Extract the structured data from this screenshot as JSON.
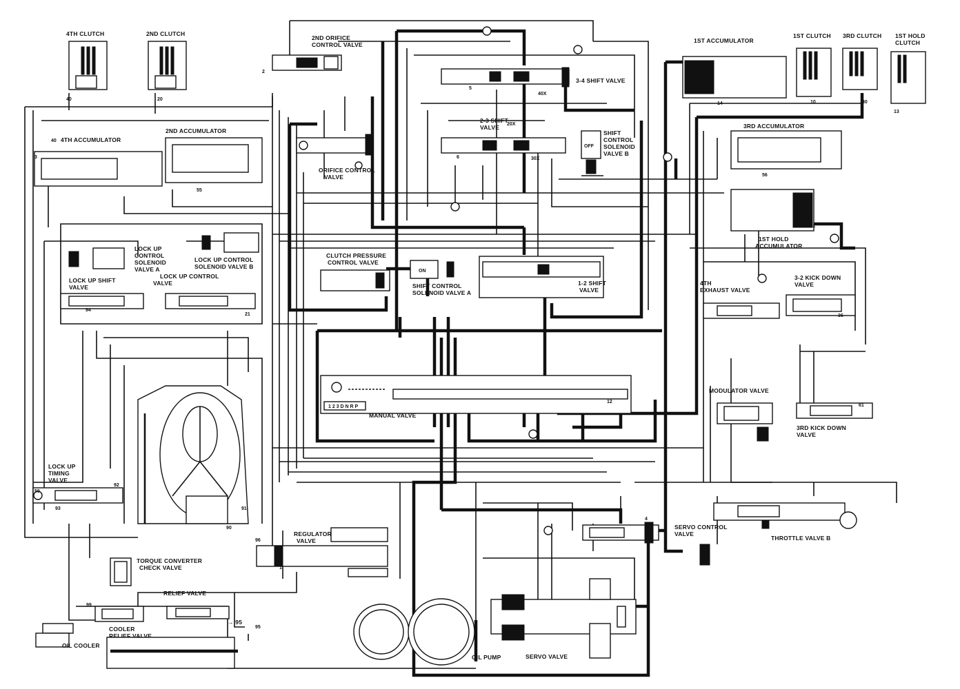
{
  "labels": {
    "clutch4": "4TH CLUTCH",
    "clutch2": "2ND CLUTCH",
    "orifice2": "2ND ORIFICE\nCONTROL VALVE",
    "acc1": "1ST ACCUMULATOR",
    "clutch1": "1ST CLUTCH",
    "clutch3": "3RD CLUTCH",
    "hold1": "1ST HOLD\nCLUTCH",
    "shift34": "3-4 SHIFT VALVE",
    "shift23": "2-3 SHIFT\nVALVE",
    "solB": "SHIFT\nCONTROL\nSOLENOID\nVALVE B",
    "off": "OFF",
    "acc4": "4TH ACCUMULATOR",
    "acc2": "2ND ACCUMULATOR",
    "orifice": "ORIFICE CONTROL\nVALVE",
    "acc3": "3RD ACCUMULATOR",
    "holdacc": "1ST HOLD\nACCUMULATOR",
    "lucsA": "LOCK UP\nCONTROL\nSOLENOID\nVALVE A",
    "lucsB": "LOCK UP CONTROL\nSOLENOID VALVE B",
    "luctrl": "LOCK UP CONTROL\nVALVE",
    "lushift": "LOCK UP SHIFT\nVALVE",
    "cpc": "CLUTCH PRESSURE\nCONTROL VALVE",
    "on": "ON",
    "solA": "SHIFT CONTROL\nSOLENOID VALVE A",
    "shift12": "1-2 SHIFT\nVALVE",
    "exh4": "4TH\nEXHAUST VALVE",
    "kd32": "3-2 KICK DOWN\nVALVE",
    "manual": "MANUAL VALVE",
    "modulator": "MODULATOR VALVE",
    "kd3": "3RD KICK DOWN\nVALVE",
    "lutiming": "LOCK UP\nTIMING\nVALVE",
    "regulator": "REGULATOR\nVALVE",
    "servoctrl": "SERVO CONTROL\nVALVE",
    "throttleB": "THROTTLE VALVE B",
    "tccheck": "TORQUE CONVERTER\nCHECK VALVE",
    "relief": "RELIEF VALVE",
    "coolerrelief": "COOLER\nRELIEF VALVE",
    "oilcooler": "OIL COOLER",
    "oilpump": "OIL PUMP",
    "servo": "SERVO VALVE",
    "gears": "1 2 3 D N R P"
  },
  "ports": {
    "p40": "40",
    "p20": "20",
    "p30": "30",
    "p10": "10",
    "p13": "13",
    "p55": "55",
    "p50": "50",
    "p94": "94",
    "p93": "93",
    "p92": "92",
    "p91": "91",
    "p90": "90",
    "p96": "96",
    "p95": "95",
    "p99": "99",
    "p61": "61",
    "p4": "4",
    "p1": "1",
    "p2": "2",
    "p3": "3",
    "p5": "5",
    "p6": "6",
    "p12": "12",
    "p20x": "20X",
    "p30x": "30X",
    "p40x": "40X",
    "p56": "56",
    "p36": "36",
    "p21": "21",
    "p11": "11",
    "p14": "14"
  }
}
